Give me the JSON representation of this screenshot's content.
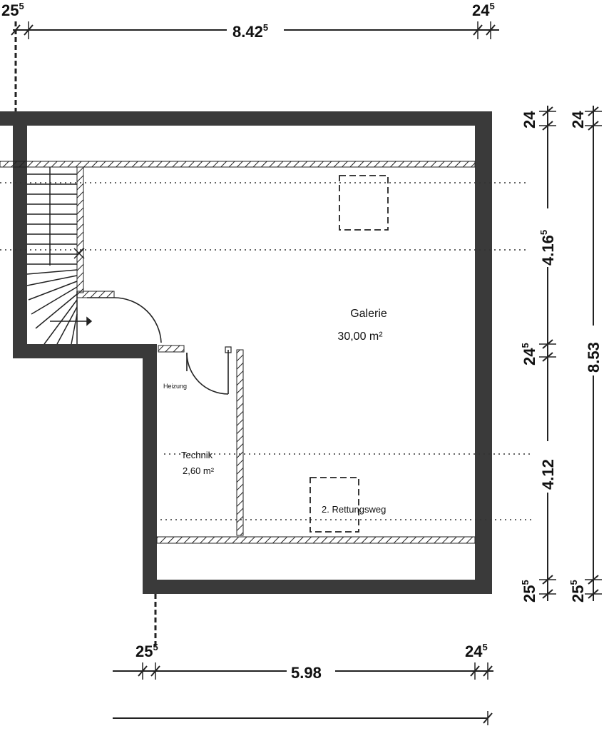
{
  "plan": {
    "rooms": {
      "galerie": {
        "name": "Galerie",
        "area": "30,00 m²"
      },
      "technik": {
        "name": "Technik",
        "area": "2,60 m²"
      },
      "heizung": {
        "name": "Heizung"
      },
      "escape": {
        "name": "2. Rettungsweg"
      }
    },
    "dimensions": {
      "top": {
        "left_base": "25",
        "left_sup": "5",
        "total_base": "8.42",
        "total_sup": "5",
        "right_base": "24",
        "right_sup": "5"
      },
      "bottom": {
        "left_base": "25",
        "left_sup": "5",
        "total": "5.98",
        "right_base": "24",
        "right_sup": "5"
      },
      "right_inner": {
        "top": "24",
        "upper_base": "4.16",
        "upper_sup": "5",
        "middle_base": "24",
        "middle_sup": "5",
        "lower": "4.12",
        "bottom_base": "25",
        "bottom_sup": "5"
      },
      "right_outer": {
        "top": "24",
        "total": "8.53",
        "bottom_base": "25",
        "bottom_sup": "5"
      }
    }
  }
}
